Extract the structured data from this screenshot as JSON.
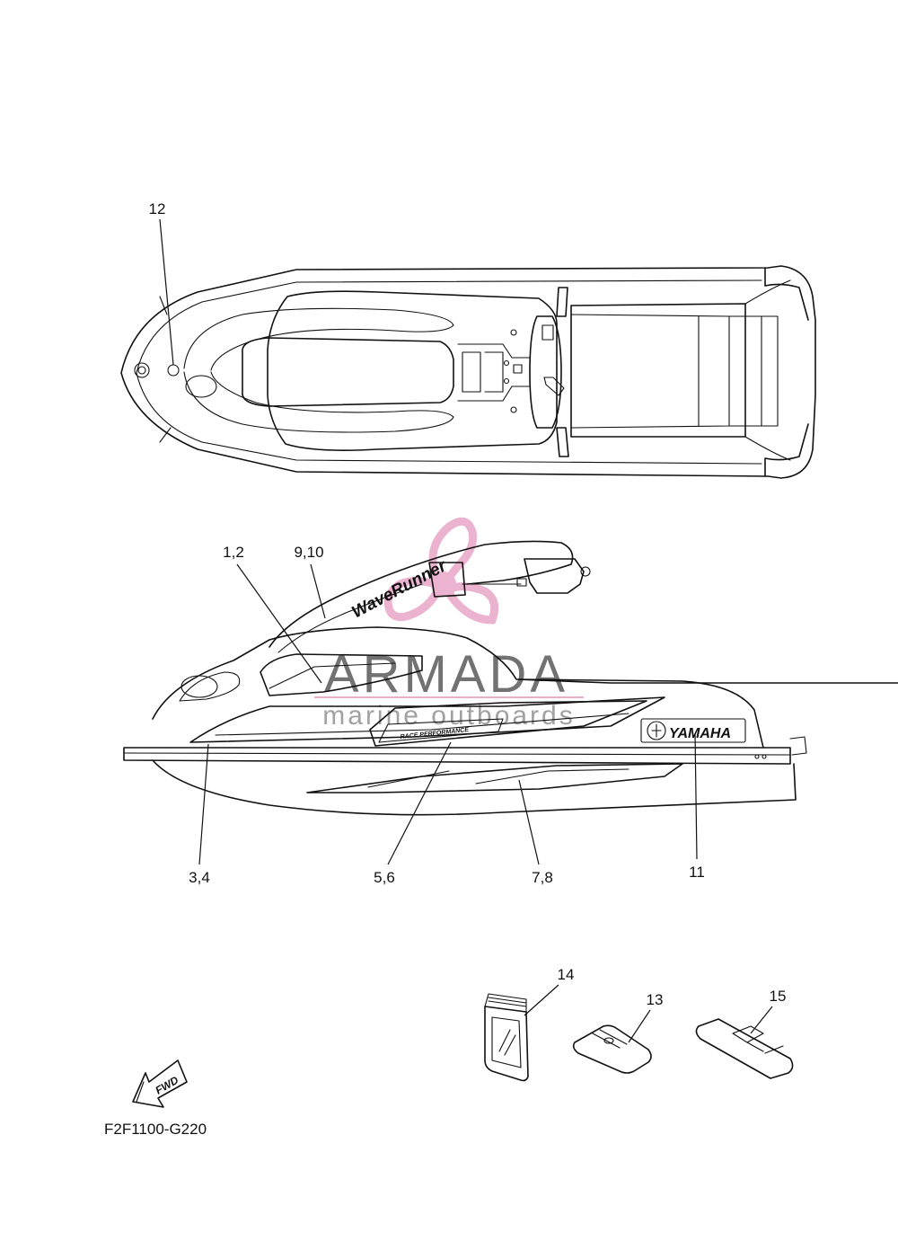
{
  "callouts": {
    "c12": "12",
    "c1_2": "1,2",
    "c9_10": "9,10",
    "c3_4": "3,4",
    "c5_6": "5,6",
    "c7_8": "7,8",
    "c11": "11",
    "c14": "14",
    "c13": "13",
    "c15": "15"
  },
  "decals": {
    "wave_runner": "WaveRunner",
    "yamaha": "YAMAHA",
    "race_performance": "RACE PERFORMANCE",
    "fwd": "FWD"
  },
  "figure_code": "F2F1100-G220",
  "watermark": {
    "brand": "ARMADA",
    "tagline": "marine outboards",
    "colors": {
      "propeller": "#e9a6c8",
      "brand_text": "#444444",
      "underline": "#e28bb5"
    }
  },
  "icons": [
    "fwd-arrow-icon",
    "propeller-logo-icon",
    "yamaha-tuning-fork-icon"
  ]
}
